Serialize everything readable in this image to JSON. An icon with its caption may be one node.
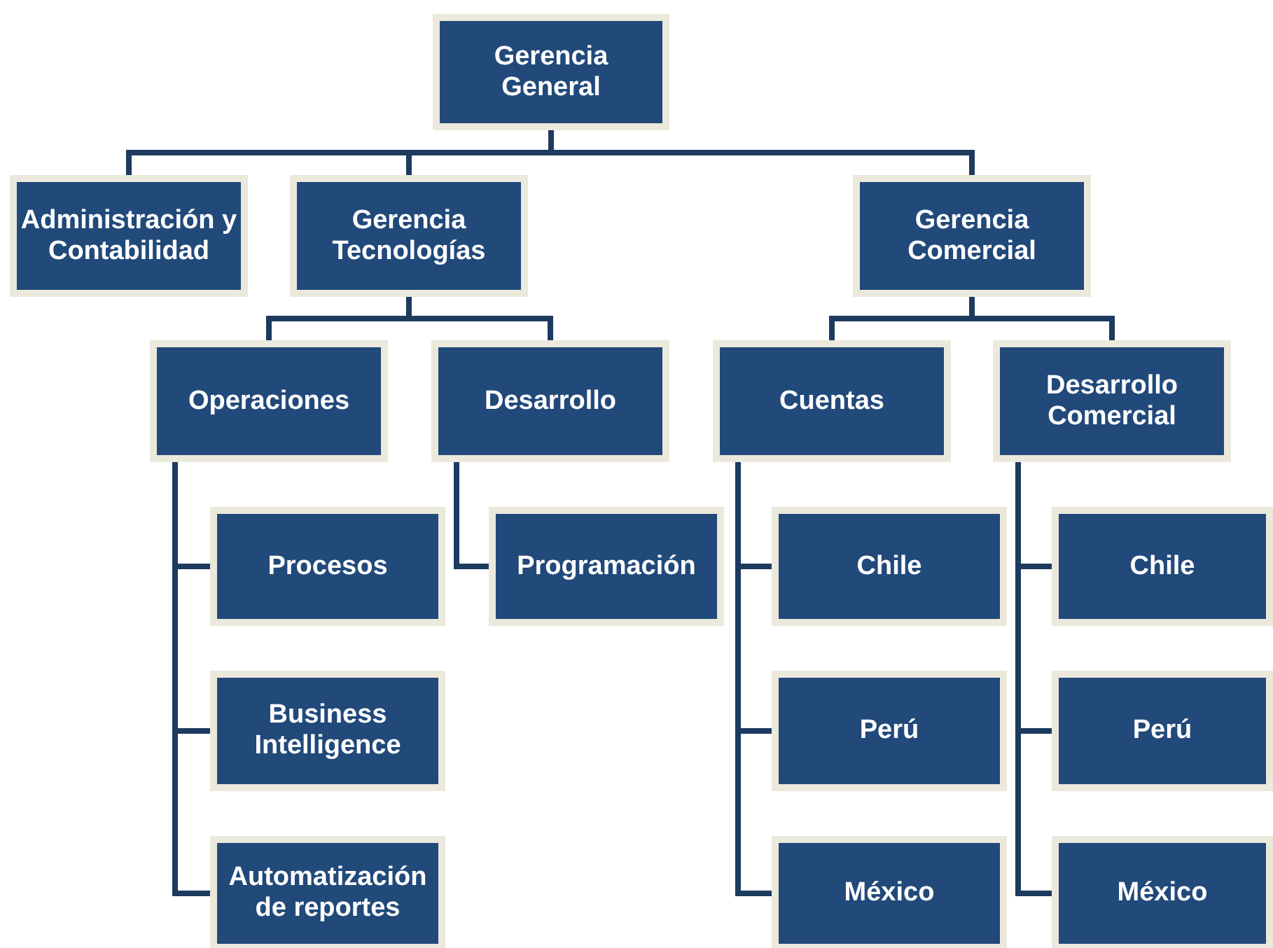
{
  "diagram": {
    "nodes": [
      {
        "text": [
          "Gerencia General"
        ]
      },
      {
        "text": [
          "Administración y Contabilidad"
        ]
      },
      {
        "text": [
          "Gerencia Tecnologías"
        ]
      },
      {
        "text": [
          "Gerencia Comercial"
        ]
      },
      {
        "text": [
          "Operaciones"
        ]
      },
      {
        "text": [
          "Desarrollo"
        ]
      },
      {
        "text": [
          "Cuentas"
        ]
      },
      {
        "text": [
          "Desarrollo Comercial"
        ]
      },
      {
        "text": [
          "Procesos"
        ]
      },
      {
        "text": [
          "Programación"
        ]
      },
      {
        "text": [
          "Chile"
        ]
      },
      {
        "text": [
          "Chile"
        ]
      },
      {
        "text": [
          "Business Intelligence"
        ]
      },
      {
        "text": [
          "Perú"
        ]
      },
      {
        "text": [
          "Perú"
        ]
      },
      {
        "text": [
          "Automatización de reportes"
        ]
      },
      {
        "text": [
          "México"
        ]
      },
      {
        "text": [
          "México"
        ]
      }
    ],
    "edges": [
      {
        "from": 0,
        "to": 1,
        "arrow": "none"
      },
      {
        "from": 0,
        "to": 2,
        "arrow": "none"
      },
      {
        "from": 0,
        "to": 3,
        "arrow": "none"
      },
      {
        "from": 2,
        "to": 4,
        "arrow": "none"
      },
      {
        "from": 2,
        "to": 5,
        "arrow": "none"
      },
      {
        "from": 3,
        "to": 6,
        "arrow": "none"
      },
      {
        "from": 3,
        "to": 7,
        "arrow": "none"
      },
      {
        "from": 4,
        "to": 8,
        "arrow": "none"
      },
      {
        "from": 4,
        "to": 12,
        "arrow": "none"
      },
      {
        "from": 4,
        "to": 15,
        "arrow": "none"
      },
      {
        "from": 5,
        "to": 9,
        "arrow": "none"
      },
      {
        "from": 6,
        "to": 10,
        "arrow": "none"
      },
      {
        "from": 6,
        "to": 13,
        "arrow": "none"
      },
      {
        "from": 6,
        "to": 16,
        "arrow": "none"
      },
      {
        "from": 7,
        "to": 11,
        "arrow": "none"
      },
      {
        "from": 7,
        "to": 14,
        "arrow": "none"
      },
      {
        "from": 7,
        "to": 17,
        "arrow": "none"
      }
    ]
  }
}
